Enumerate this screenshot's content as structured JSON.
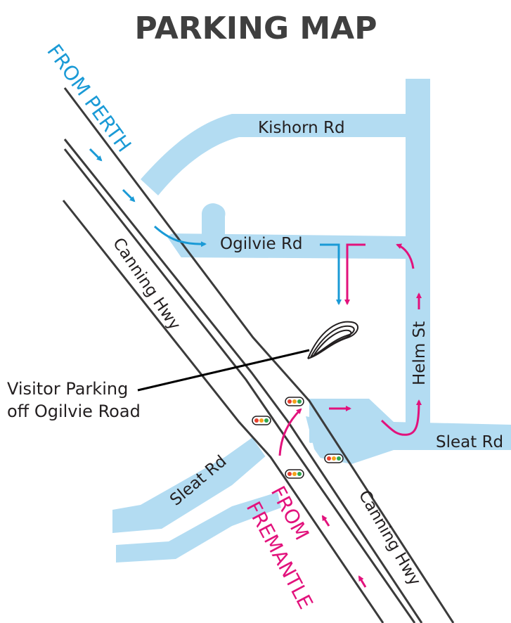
{
  "title": "PARKING MAP",
  "directions": {
    "from_perth": "FROM PERTH",
    "from_fremantle_1": "FROM",
    "from_fremantle_2": "FREMANTLE"
  },
  "streets": {
    "kishorn": "Kishorn Rd",
    "ogilvie": "Ogilvie Rd",
    "helm": "Helm St",
    "sleat_left": "Sleat Rd",
    "sleat_right": "Sleat Rd",
    "canning_upper": "Canning Hwy",
    "canning_lower": "Canning Hwy"
  },
  "callout": {
    "line1": "Visitor Parking",
    "line2": "off Ogilvie Road"
  },
  "colors": {
    "road": "#b3dcf2",
    "highway_line": "#3b3b3b",
    "perth_route": "#1a9ad6",
    "fremantle_route": "#e2127c",
    "title": "#3f3f3f"
  },
  "icons": [
    "traffic-light-icon",
    "parking-symbol-icon",
    "route-arrow-icon"
  ]
}
